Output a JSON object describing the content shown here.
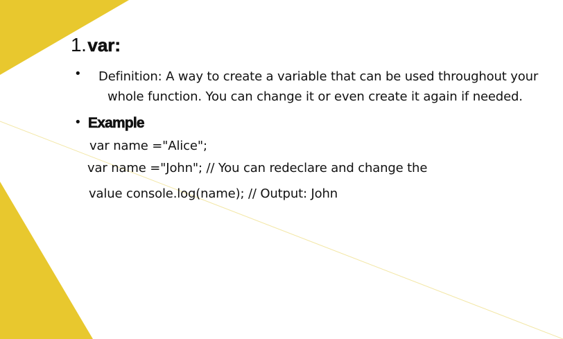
{
  "slide": {
    "heading": {
      "number": "1.",
      "keyword": "var:"
    },
    "definition": {
      "bullet": "•",
      "line1": "Definition: A way to create a variable that can be used throughout your",
      "line2": "whole function. You can change it or even create it again if needed."
    },
    "example": {
      "bullet": "•",
      "label": "Example",
      "code_lines": [
        "var name =\"Alice\";",
        "var name =\"John\"; // You can redeclare and change the",
        "value console.log(name); // Output: John"
      ]
    }
  },
  "theme": {
    "accent": "#E8C82E",
    "text": "#111111",
    "background": "#FFFFFF"
  }
}
